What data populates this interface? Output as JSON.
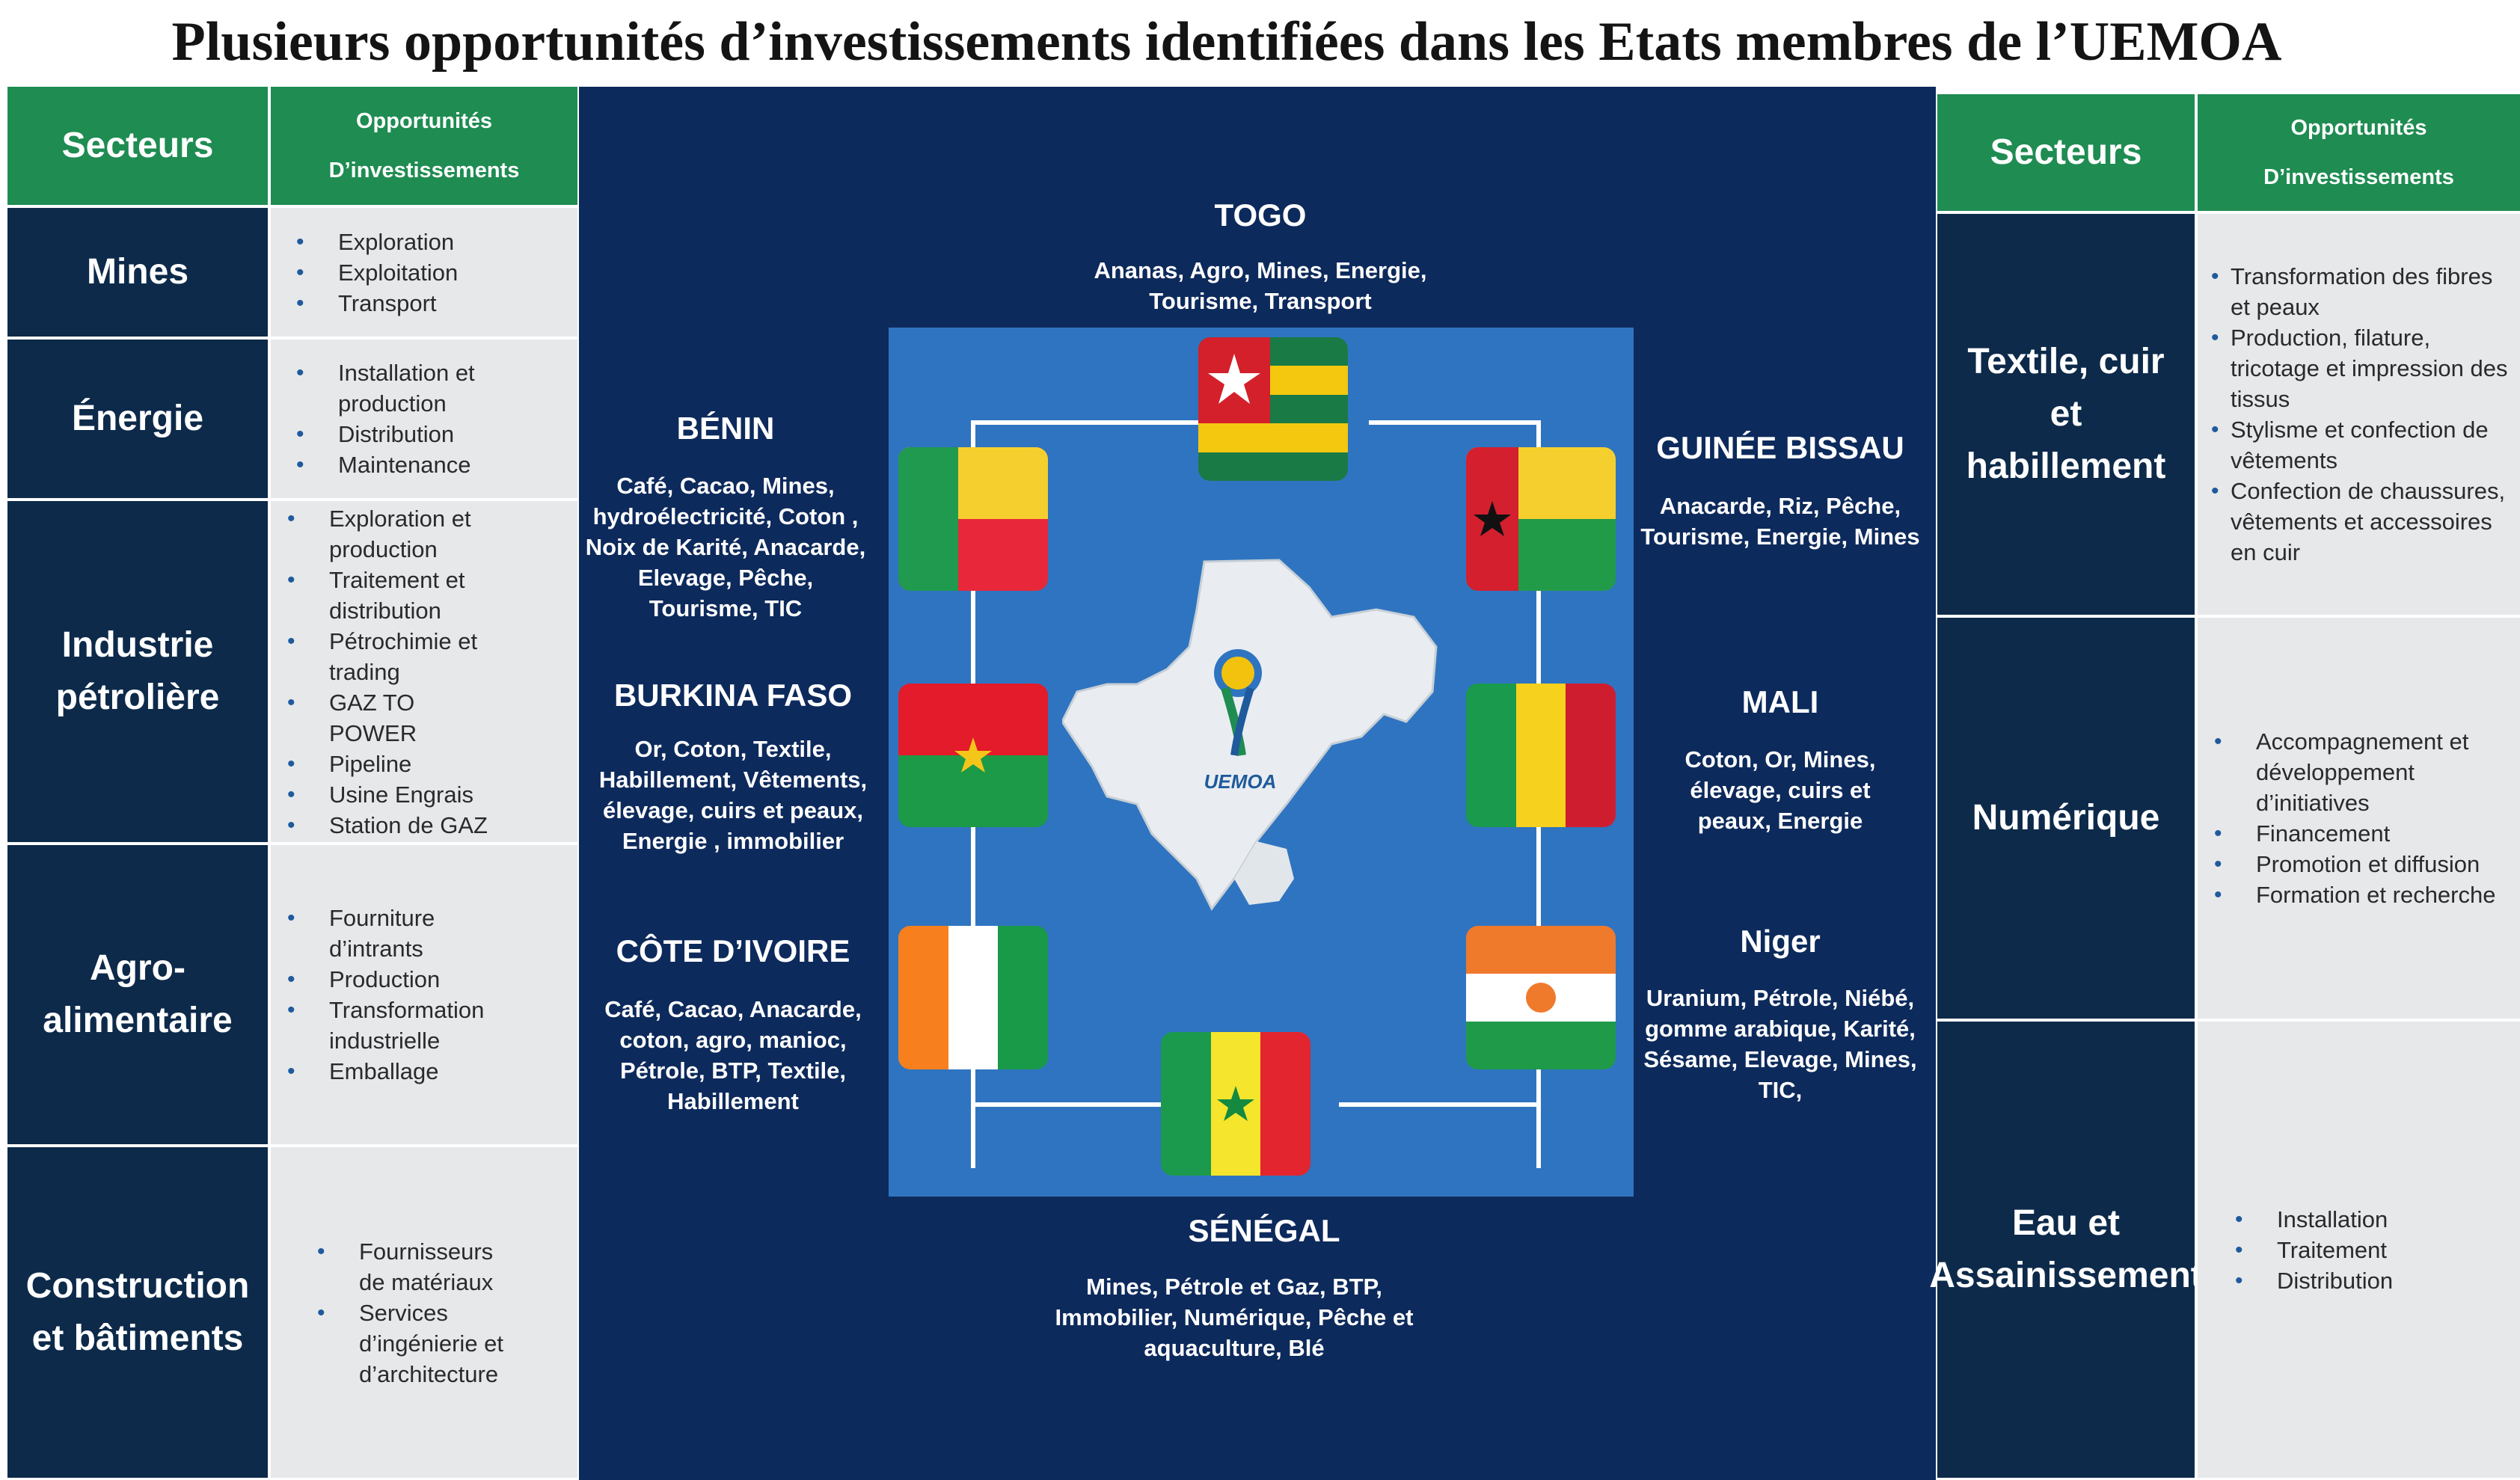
{
  "title": "Plusieurs opportunités d’investissements identifiées dans les Etats membres de l’UEMOA",
  "header": {
    "secteurs": "Secteurs",
    "opp_line1": "Opportunités",
    "opp_line2": "D’investissements"
  },
  "left_sectors": [
    {
      "name": "Mines",
      "items": [
        "Exploration",
        "Exploitation",
        "Transport"
      ]
    },
    {
      "name": "Énergie",
      "items": [
        "Installation et production",
        "Distribution",
        "Maintenance"
      ]
    },
    {
      "name": "Industrie pétrolière",
      "items": [
        "Exploration et production",
        "Traitement et distribution",
        "Pétrochimie et trading",
        "GAZ TO POWER",
        "Pipeline",
        "Usine Engrais",
        "Station de GAZ"
      ]
    },
    {
      "name": "Agro-alimentaire",
      "items": [
        "Fourniture d’intrants",
        "Production",
        "Transformation industrielle",
        "Emballage"
      ]
    },
    {
      "name": "Construction et bâtiments",
      "items": [
        "Fournisseurs de matériaux",
        "Services d’ingénierie et d’architecture"
      ]
    }
  ],
  "right_sectors": [
    {
      "name": "Textile, cuir et habillement",
      "items": [
        "Transformation des fibres et peaux",
        "Production, filature, tricotage et impression des tissus",
        "Stylisme et confection de vêtements",
        "Confection de chaussures, vêtements et accessoires en cuir"
      ]
    },
    {
      "name": "Numérique",
      "items": [
        "Accompagnement et développement d’initiatives",
        "Financement",
        "Promotion et diffusion",
        "Formation et recherche"
      ]
    },
    {
      "name": "Eau et Assainissement",
      "items": [
        "Installation",
        "Traitement",
        "Distribution"
      ]
    }
  ],
  "countries": {
    "togo": {
      "name": "TOGO",
      "list": "Ananas, Agro, Mines, Energie, Tourisme, Transport"
    },
    "benin": {
      "name": "BÉNIN",
      "list": "Café, Cacao, Mines, hydroélectricité, Coton , Noix de Karité, Anacarde, Elevage, Pêche, Tourisme, TIC"
    },
    "burkina": {
      "name": "BURKINA FASO",
      "list": "Or, Coton, Textile, Habillement, Vêtements, élevage, cuirs et peaux, Energie , immobilier"
    },
    "cotedivoire": {
      "name": "CÔTE D’IVOIRE",
      "list": "Café, Cacao, Anacarde, coton, agro, manioc, Pétrole, BTP, Textile, Habillement"
    },
    "guinee": {
      "name": "GUINÉE BISSAU",
      "list": "Anacarde, Riz, Pêche, Tourisme, Energie, Mines"
    },
    "mali": {
      "name": "MALI",
      "list": "Coton, Or, Mines, élevage, cuirs et peaux, Energie"
    },
    "niger": {
      "name": "Niger",
      "list": "Uranium, Pétrole, Niébé, gomme arabique, Karité, Sésame, Elevage, Mines, TIC,"
    },
    "senegal": {
      "name": "SÉNÉGAL",
      "list": "Mines, Pétrole et Gaz, BTP, Immobilier, Numérique, Pêche et aquaculture, Blé"
    }
  },
  "map_logo": "UEMOA",
  "colors": {
    "header_green": "#1f8c52",
    "sector_navy": "#0d2a4a",
    "panel_navy": "#0d2a5c",
    "panel_blue": "#2f74c0"
  }
}
